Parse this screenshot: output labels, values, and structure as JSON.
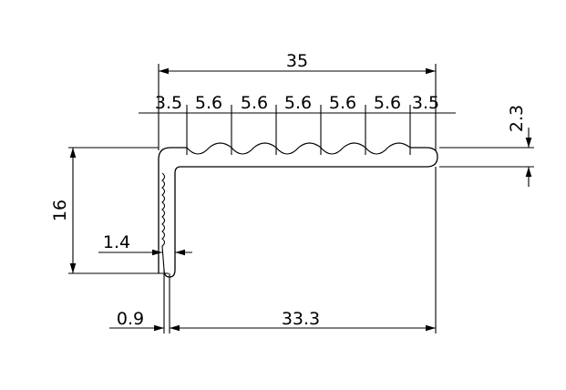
{
  "dimensions": {
    "overall_width": "35",
    "segments": [
      "3.5",
      "5.6",
      "5.6",
      "5.6",
      "5.6",
      "5.6",
      "3.5"
    ],
    "height": "16",
    "wall_thickness": "1.4",
    "lip_thickness": "0.9",
    "inner_width": "33.3",
    "top_thickness": "2.3"
  }
}
